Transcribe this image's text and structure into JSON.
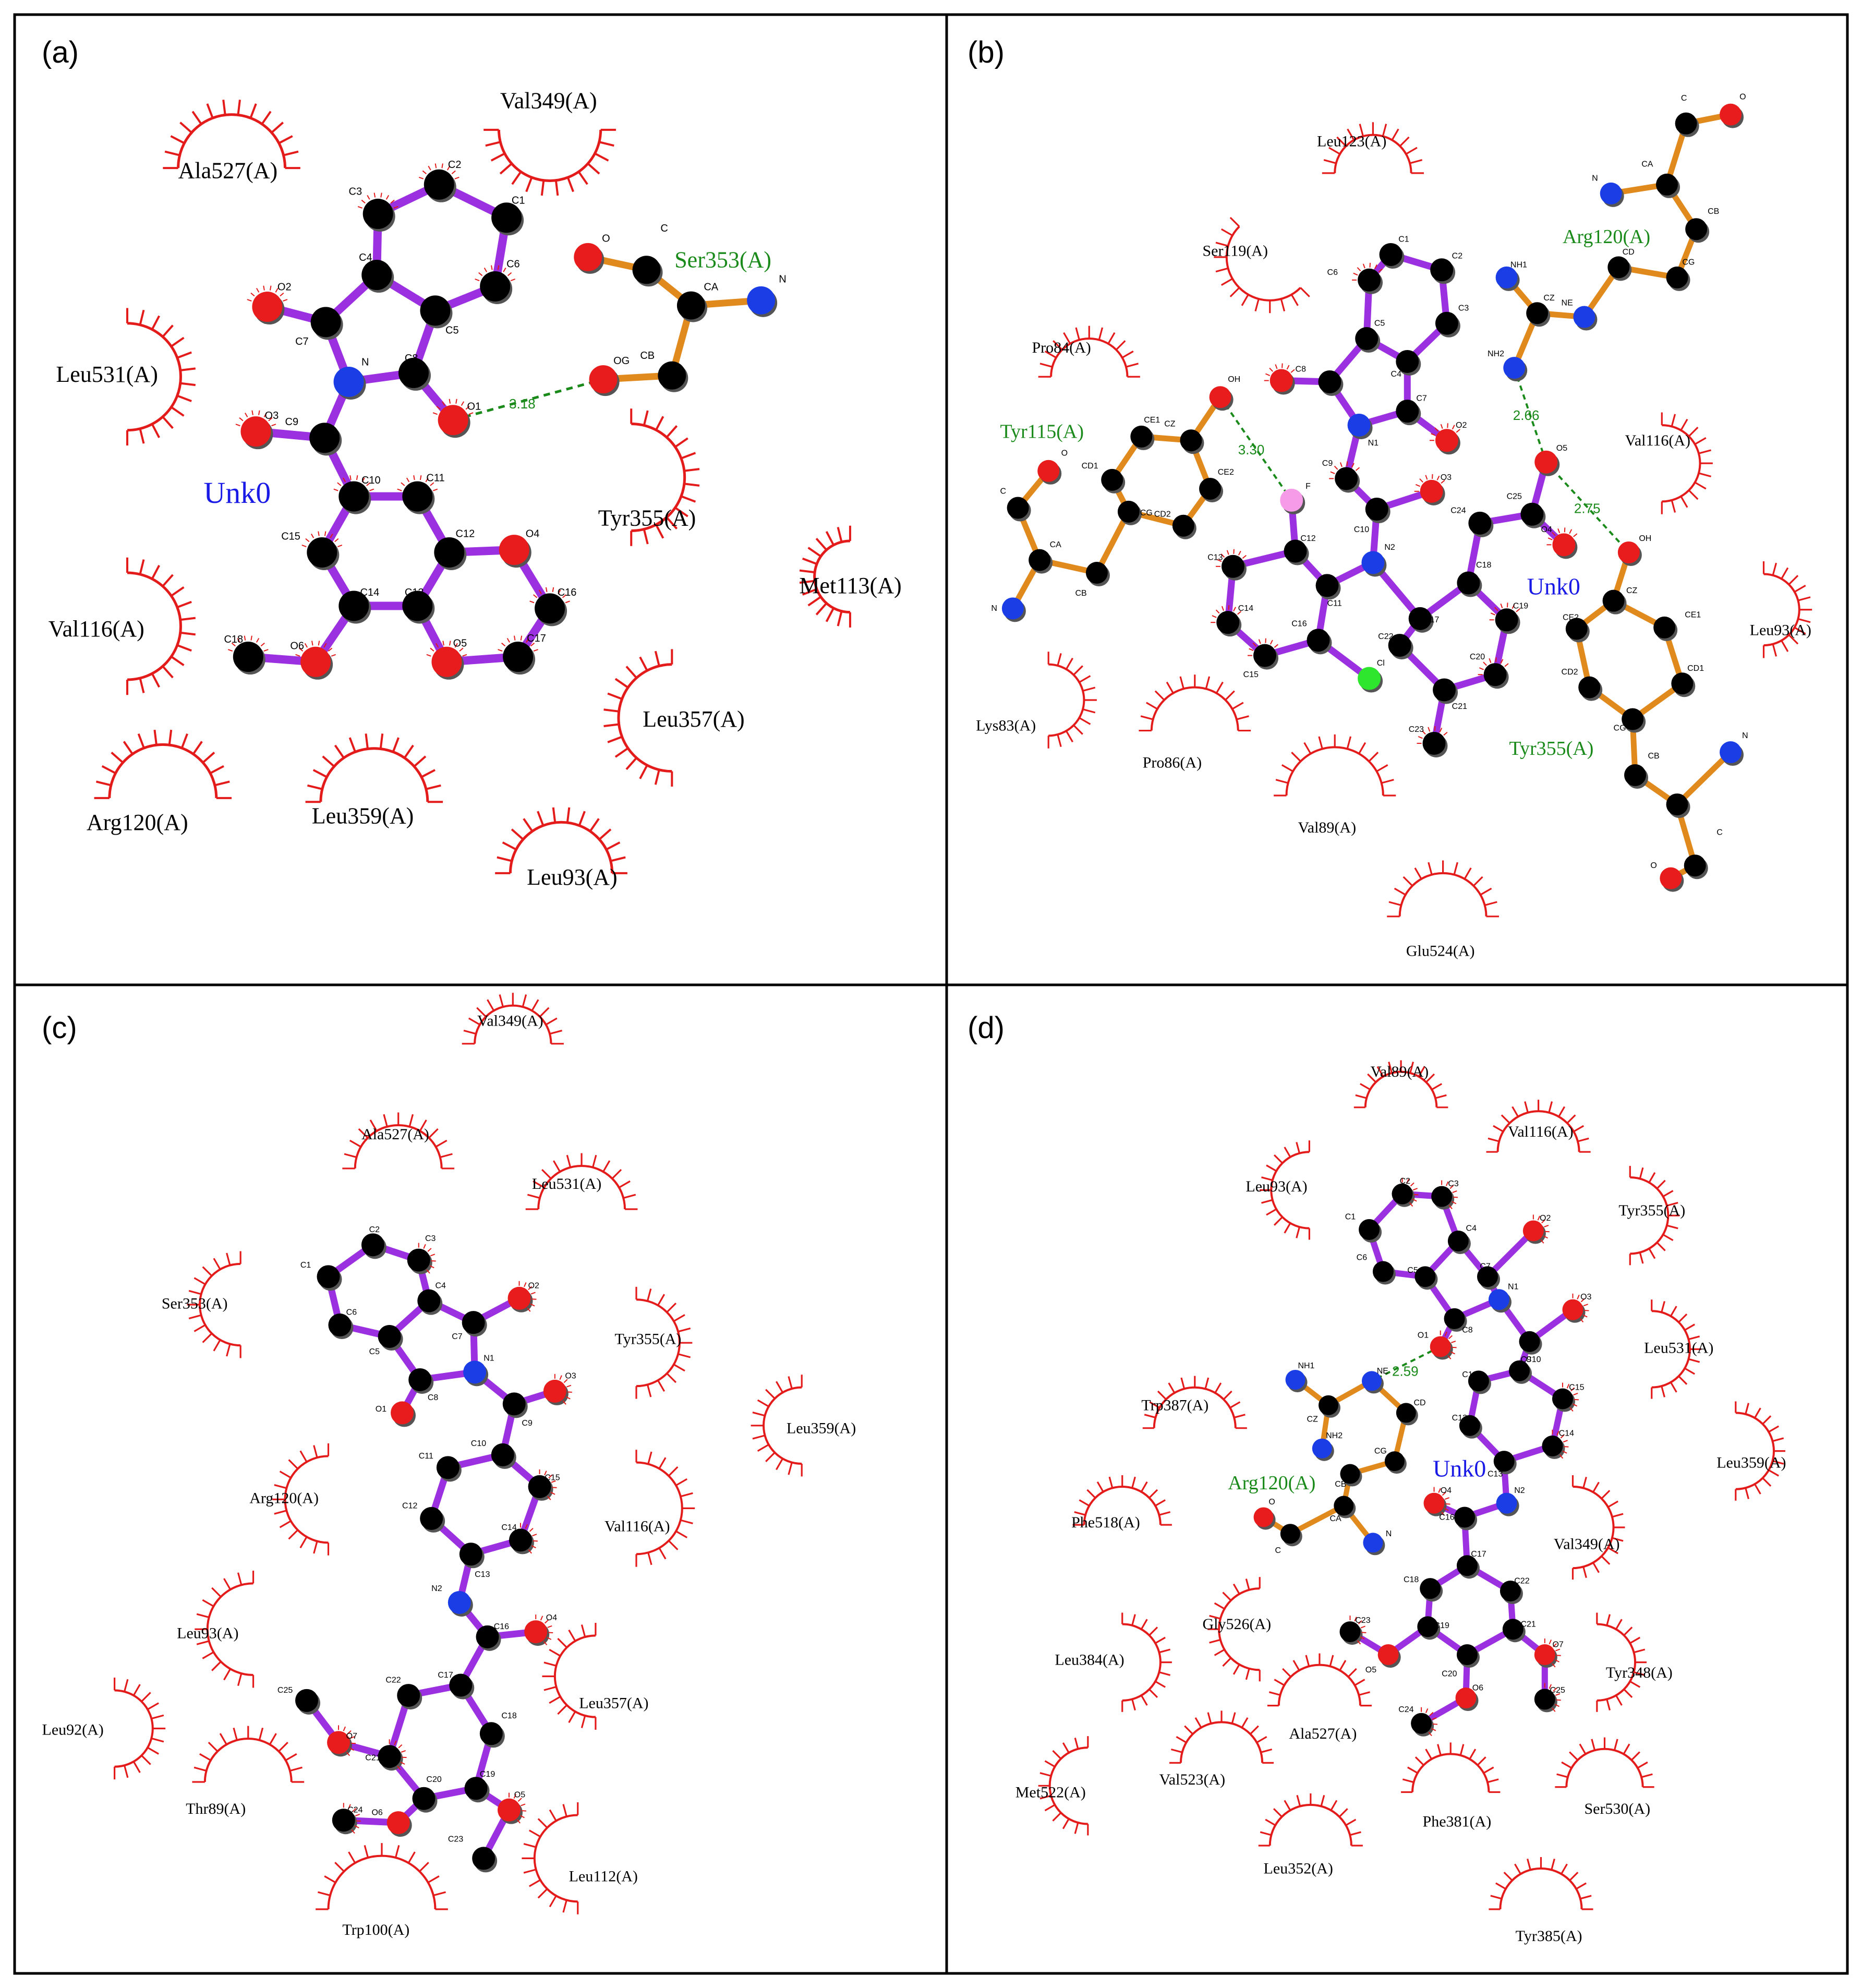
{
  "colors": {
    "ligand_bond": "#9b30e0",
    "residue_bond": "#e08a1e",
    "hbond": "#1a8a1a",
    "hydrophobic_arc": "#e31b1b",
    "carbon": "#000000",
    "oxygen": "#e81c1c",
    "nitrogen": "#1a3de6",
    "fluorine": "#f59be8",
    "chlorine": "#2ee62e",
    "ligand_name": "#1a1ae6"
  },
  "panels": [
    {
      "label": "(a)",
      "ligand_name": "Unk0",
      "hbond_residues": [
        "Ser353(A)"
      ],
      "hydrophobic_residues": [
        "Val349(A)",
        "Ala527(A)",
        "Leu531(A)",
        "Tyr355(A)",
        "Met113(A)",
        "Val116(A)",
        "Leu357(A)",
        "Arg120(A)",
        "Leu359(A)",
        "Leu93(A)"
      ],
      "distances": [
        "3.18"
      ],
      "atoms": [
        "C1",
        "C2",
        "C3",
        "C4",
        "C5",
        "C6",
        "C7",
        "C8",
        "C9",
        "C10",
        "C11",
        "C12",
        "C13",
        "C14",
        "C15",
        "C16",
        "C17",
        "C18",
        "N",
        "O1",
        "O2",
        "O3",
        "O4",
        "O5",
        "O6",
        "O",
        "C",
        "CA",
        "N",
        "CB",
        "OG"
      ]
    },
    {
      "label": "(b)",
      "ligand_name": "Unk0",
      "hbond_residues": [
        "Arg120(A)",
        "Tyr115(A)",
        "Tyr355(A)"
      ],
      "hydrophobic_residues": [
        "Leu123(A)",
        "Ser119(A)",
        "Pro84(A)",
        "Val116(A)",
        "Leu93(A)",
        "Lys83(A)",
        "Pro86(A)",
        "Val89(A)",
        "Glu524(A)"
      ],
      "distances": [
        "3.30",
        "2.66",
        "2.75"
      ],
      "atoms": [
        "C1",
        "C2",
        "C3",
        "C4",
        "C5",
        "C6",
        "C7",
        "C8",
        "C9",
        "C10",
        "C11",
        "C12",
        "C13",
        "C14",
        "C15",
        "C16",
        "C17",
        "C18",
        "C19",
        "C20",
        "C21",
        "C22",
        "C23",
        "C24",
        "C25",
        "N1",
        "N2",
        "O1",
        "O2",
        "O3",
        "O4",
        "O5",
        "F",
        "Cl",
        "OH",
        "CZ",
        "CE1",
        "CE2",
        "CD1",
        "CD2",
        "CG",
        "CB",
        "CA",
        "C",
        "O",
        "N",
        "NH1",
        "NH2",
        "NE",
        "CD",
        "OH"
      ]
    },
    {
      "label": "(c)",
      "ligand_name": "",
      "hbond_residues": [],
      "hydrophobic_residues": [
        "Val349(A)",
        "Ala527(A)",
        "Leu531(A)",
        "Ser353(A)",
        "Tyr355(A)",
        "Leu359(A)",
        "Arg120(A)",
        "Val116(A)",
        "Leu93(A)",
        "Leu357(A)",
        "Leu92(A)",
        "Thr89(A)",
        "Leu112(A)",
        "Trp100(A)"
      ],
      "distances": [],
      "atoms": [
        "C1",
        "C2",
        "C3",
        "C4",
        "C5",
        "C6",
        "C7",
        "C8",
        "C9",
        "C10",
        "C11",
        "C12",
        "C13",
        "C14",
        "C15",
        "C16",
        "C17",
        "C18",
        "C19",
        "C20",
        "C21",
        "C22",
        "C23",
        "C24",
        "C25",
        "N1",
        "N2",
        "O1",
        "O2",
        "O3",
        "O4",
        "O5",
        "O6",
        "O7"
      ]
    },
    {
      "label": "(d)",
      "ligand_name": "Unk0",
      "hbond_residues": [
        "Arg120(A)"
      ],
      "hydrophobic_residues": [
        "Val89(A)",
        "Val116(A)",
        "Leu93(A)",
        "Tyr355(A)",
        "Leu531(A)",
        "Trp387(A)",
        "Leu359(A)",
        "Phe518(A)",
        "Val349(A)",
        "Gly526(A)",
        "Leu384(A)",
        "Tyr348(A)",
        "Ala527(A)",
        "Met522(A)",
        "Val523(A)",
        "Phe381(A)",
        "Ser530(A)",
        "Leu352(A)",
        "Tyr385(A)"
      ],
      "distances": [
        "2.59"
      ],
      "atoms": [
        "C1",
        "C2",
        "C3",
        "C4",
        "C5",
        "C6",
        "C7",
        "C8",
        "C9",
        "C10",
        "C11",
        "C12",
        "C13",
        "C14",
        "C15",
        "C16",
        "C17",
        "C18",
        "C19",
        "C20",
        "C21",
        "C22",
        "C23",
        "C24",
        "C25",
        "N1",
        "N2",
        "O1",
        "O2",
        "O3",
        "O4",
        "O5",
        "O6",
        "O7",
        "NH1",
        "NH2",
        "NE",
        "CZ",
        "CD",
        "CG",
        "CB",
        "CA",
        "C",
        "O",
        "N"
      ]
    }
  ]
}
